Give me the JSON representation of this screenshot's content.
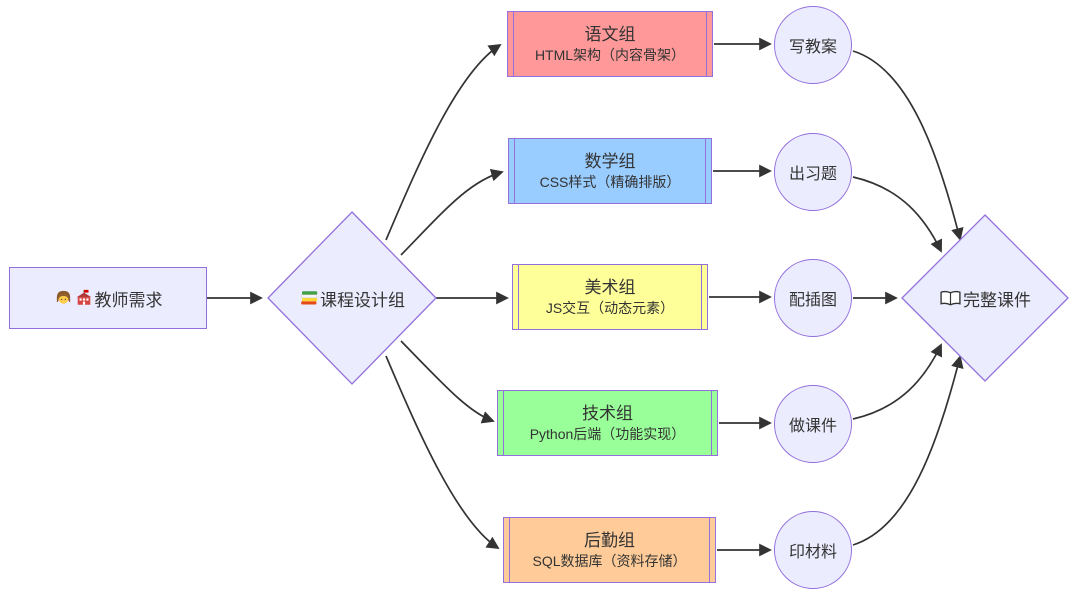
{
  "diagram": {
    "type": "flowchart-left-right",
    "background": "#ffffff",
    "edge_color": "#333333",
    "node_border_color": "#9370DB"
  },
  "nodes": {
    "start": {
      "emoji": "👩🏫",
      "label": "教师需求",
      "fill": "#ECECFF",
      "shape": "rectangle"
    },
    "hub": {
      "emoji": "📚",
      "label": "课程设计组",
      "fill": "#ECECFF",
      "shape": "diamond"
    },
    "groups": [
      {
        "title": "语文组",
        "subtitle": "HTML架构（内容骨架）",
        "fill": "#ff9999",
        "shape": "subroutine"
      },
      {
        "title": "数学组",
        "subtitle": "CSS样式（精确排版）",
        "fill": "#99ccff",
        "shape": "subroutine"
      },
      {
        "title": "美术组",
        "subtitle": "JS交互（动态元素）",
        "fill": "#ffff99",
        "shape": "subroutine"
      },
      {
        "title": "技术组",
        "subtitle": "Python后端（功能实现）",
        "fill": "#99ff99",
        "shape": "subroutine"
      },
      {
        "title": "后勤组",
        "subtitle": "SQL数据库（资料存储）",
        "fill": "#ffcc99",
        "shape": "subroutine"
      }
    ],
    "tasks": [
      {
        "label": "写教案",
        "fill": "#ECECFF",
        "shape": "circle"
      },
      {
        "label": "出习题",
        "fill": "#ECECFF",
        "shape": "circle"
      },
      {
        "label": "配插图",
        "fill": "#ECECFF",
        "shape": "circle"
      },
      {
        "label": "做课件",
        "fill": "#ECECFF",
        "shape": "circle"
      },
      {
        "label": "印材料",
        "fill": "#ECECFF",
        "shape": "circle"
      }
    ],
    "end": {
      "emoji": "📖",
      "label": "完整课件",
      "fill": "#ECECFF",
      "shape": "diamond"
    }
  },
  "edges": [
    {
      "from": "教师需求",
      "to": "课程设计组"
    },
    {
      "from": "课程设计组",
      "to": "语文组"
    },
    {
      "from": "课程设计组",
      "to": "数学组"
    },
    {
      "from": "课程设计组",
      "to": "美术组"
    },
    {
      "from": "课程设计组",
      "to": "技术组"
    },
    {
      "from": "课程设计组",
      "to": "后勤组"
    },
    {
      "from": "语文组",
      "to": "写教案"
    },
    {
      "from": "数学组",
      "to": "出习题"
    },
    {
      "from": "美术组",
      "to": "配插图"
    },
    {
      "from": "技术组",
      "to": "做课件"
    },
    {
      "from": "后勤组",
      "to": "印材料"
    },
    {
      "from": "写教案",
      "to": "完整课件"
    },
    {
      "from": "出习题",
      "to": "完整课件"
    },
    {
      "from": "配插图",
      "to": "完整课件"
    },
    {
      "from": "做课件",
      "to": "完整课件"
    },
    {
      "from": "印材料",
      "to": "完整课件"
    }
  ]
}
